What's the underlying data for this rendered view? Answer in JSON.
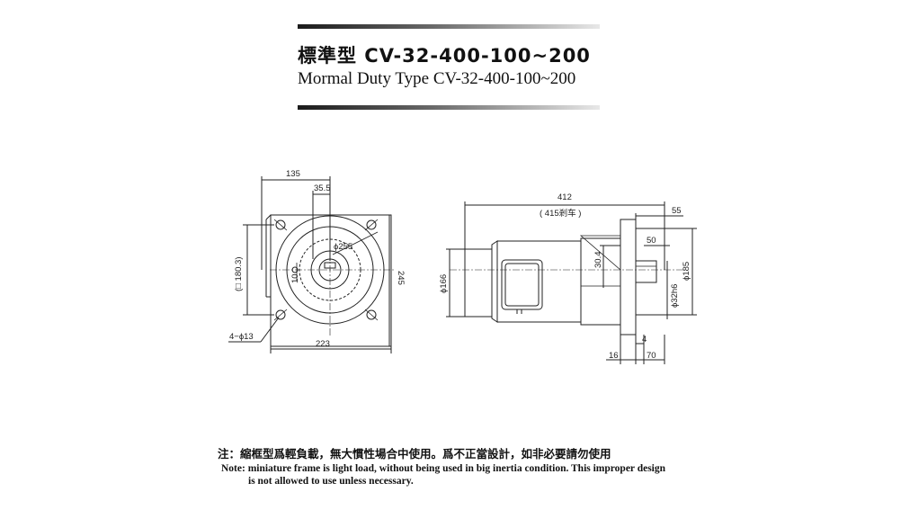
{
  "title": {
    "zh": "標準型 CV-32-400-100~200",
    "en": "Mormal Duty Type   CV-32-400-100~200"
  },
  "dimensions": {
    "d135": "135",
    "d35_5": "35.5",
    "d180_3": "(□ 180.3)",
    "d255": "ϕ255",
    "d10": "10",
    "d245": "245",
    "d223": "223",
    "d4_13": "4−ϕ13",
    "d412": "412",
    "d415": "( 415剎车 )",
    "d55": "55",
    "d50": "50",
    "d30_4": "30.4",
    "d166": "ϕ166",
    "d185": "ϕ185",
    "d32h6": "ϕ32h6",
    "d4": "4",
    "d16": "16",
    "d70": "70"
  },
  "note": {
    "zh": "注：縮框型爲輕負載，無大慣性場合中使用。爲不正當設計，如非必要請勿使用",
    "en_line1": "Note: miniature frame is light load, without being used in big inertia condition. This improper design",
    "en_line2": "is not allowed to use unless necessary."
  }
}
